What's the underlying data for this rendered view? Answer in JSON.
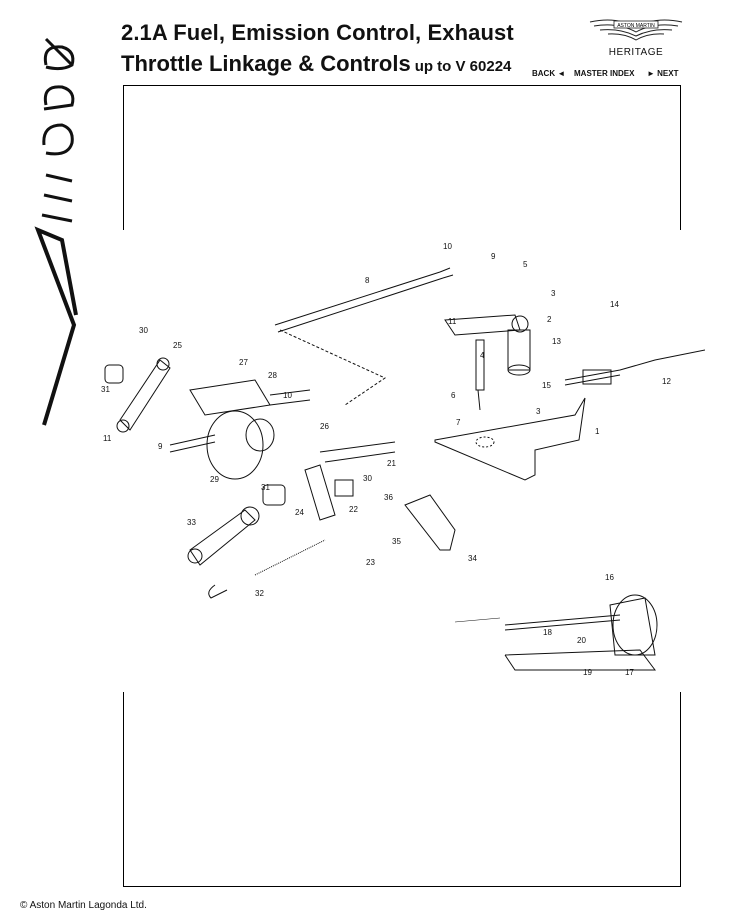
{
  "side_logo": {
    "text": "Virage",
    "icon": "virage-script-logo"
  },
  "title": {
    "line1": "2.1A Fuel, Emission Control, Exhaust",
    "line2": "Throttle Linkage & Controls",
    "line2_suffix": "up to V 60224"
  },
  "brand": {
    "wordmark": "ASTON MARTIN",
    "logo": "aston-martin-wings-logo",
    "heritage": "HERITAGE"
  },
  "nav": {
    "back": "BACK ◄",
    "master": "MASTER INDEX",
    "next": "► NEXT"
  },
  "diagram": {
    "callouts": [
      "1",
      "2",
      "3",
      "3",
      "4",
      "5",
      "6",
      "7",
      "8",
      "9",
      "9",
      "10",
      "10",
      "11",
      "11",
      "12",
      "13",
      "14",
      "15",
      "16",
      "17",
      "18",
      "19",
      "20",
      "21",
      "22",
      "23",
      "24",
      "25",
      "26",
      "27",
      "28",
      "29",
      "30",
      "30",
      "31",
      "31",
      "32",
      "33",
      "34",
      "35",
      "36"
    ]
  },
  "footer": "© Aston Martin Lagonda Ltd."
}
